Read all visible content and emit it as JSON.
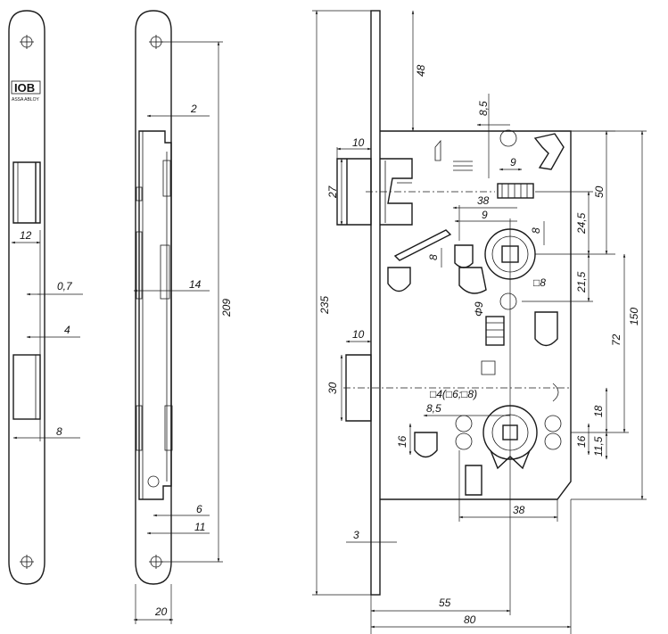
{
  "logo": {
    "mark": "IOB",
    "brand": "ASSA ABLOY"
  },
  "dimensions": {
    "strike_width": "12",
    "strike_offset_a": "0,7",
    "strike_offset_b": "4",
    "strike_slot": "8",
    "face_top": "2",
    "face_mid": "14",
    "face_height": "209",
    "face_bot_a": "6",
    "face_bot_b": "11",
    "face_width": "20",
    "body_total": "235",
    "top_offset": "48",
    "latch_proj": "10",
    "latch_height": "27",
    "deadbolt_proj": "10",
    "deadbolt_height": "30",
    "spindle_h": "8,5",
    "spindle_9a": "9",
    "backset_38": "38",
    "d9": "9",
    "d8a": "8",
    "d8b": "8",
    "d50": "50",
    "d24_5": "24,5",
    "d21_5": "21,5",
    "sq8": "□8",
    "phi9": "Φ9",
    "d150": "150",
    "d72": "72",
    "cyl_sq": "□4(□6;□8)",
    "d8_5b": "8,5",
    "d16a": "16",
    "d18": "18",
    "d16b": "16",
    "d11_5": "11,5",
    "d38b": "38",
    "d3": "3",
    "d55": "55",
    "d80": "80"
  }
}
